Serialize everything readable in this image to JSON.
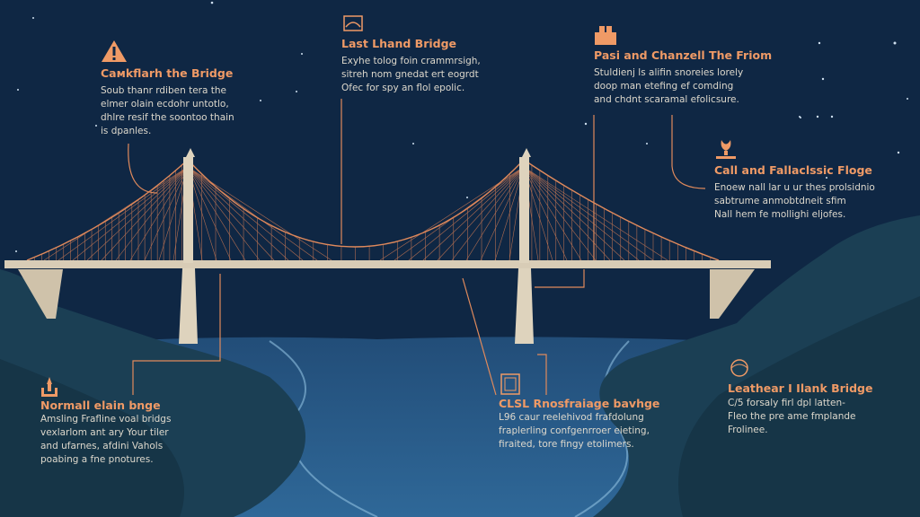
{
  "colors": {
    "background": "#0f2744",
    "accent": "#ef9a66",
    "text": "#ddd8cc",
    "water": "#2b5d8a",
    "deck": "#d8ccb6"
  },
  "blocks": [
    {
      "icon": "warning-icon",
      "title": "Caмkflarh the Bridge",
      "lines": [
        "Soub thanr rdiben tera the",
        "elmer olain ecdohr untotlo,",
        "dhlre resif the soontoo thain",
        "is dpanles."
      ]
    },
    {
      "icon": "bridge-icon",
      "title": "Last Lhand Bridge",
      "lines": [
        "Exyhe tolog foin crammrsigh,",
        "sitreh nom gnedat ert eogrdt",
        "Ofec for spy an flol epolic."
      ]
    },
    {
      "icon": "building-icon",
      "title": "Pasi and Chanzell The Friom",
      "lines": [
        "Stuldienj ls alifin snoreies lorely",
        "doop man etefing ef comding",
        "and chdnt scaramal efolicsure."
      ]
    },
    {
      "icon": "trophy-icon",
      "title": "Call and Fallaclssic Floge",
      "lines": [
        "Enoew nall lar u ur thes prolsidnio",
        "sabtrume anmobtdneit sfim",
        "Nall hem fe mollighi eljofes."
      ]
    },
    {
      "icon": "tower-icon",
      "title": "Normall elain bnge",
      "lines": [
        "Amsling Frafline voal bridgs",
        "vexlarlom ant ary Your tiler",
        "and ufarnes, afdini Vahols",
        "poabing a fne pnotures."
      ]
    },
    {
      "icon": "blueprint-icon",
      "title": "CLSL Rnosfraiage bavhge",
      "lines": [
        "L96 caur reelehivod frafdolung",
        "fraplerling confgenrroer eieting,",
        "firaited, tore fingy etolimers."
      ]
    },
    {
      "icon": "globe-icon",
      "title": "Leathear I Ilank Bridge",
      "lines": [
        "C/5 forsaly firl dpl latten-",
        "Fleo the pre ame fmplande",
        "Frolinee."
      ]
    }
  ]
}
